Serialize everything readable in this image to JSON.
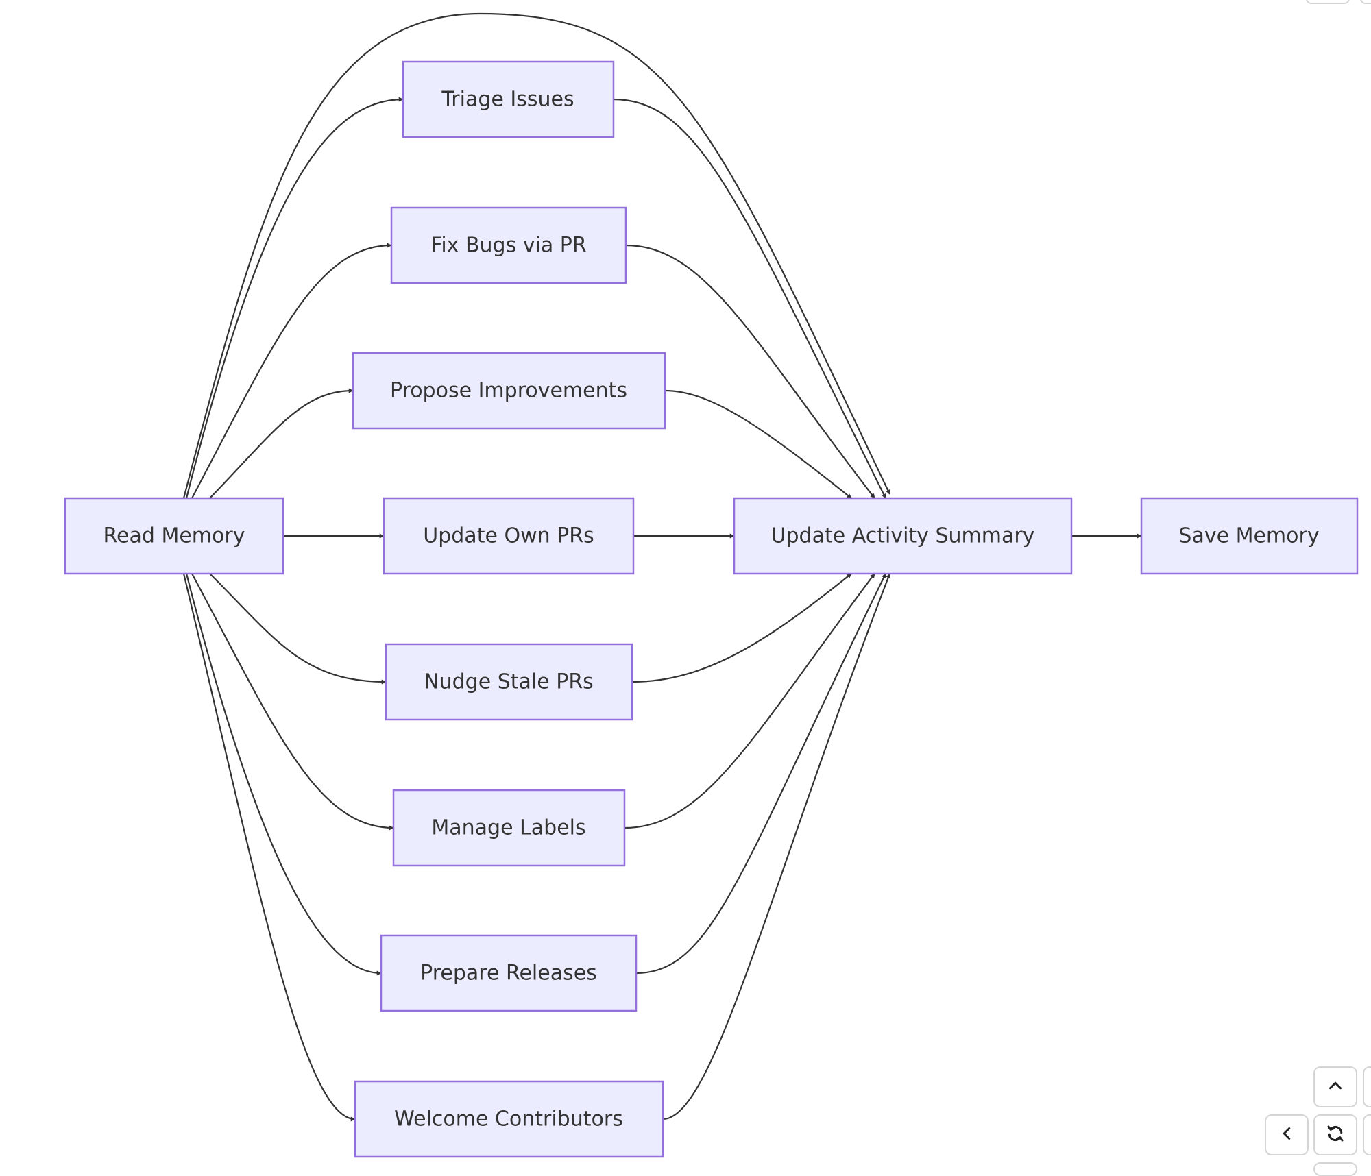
{
  "diagram": {
    "nodes": {
      "read_memory": "Read Memory",
      "triage_issues": "Triage Issues",
      "fix_bugs": "Fix Bugs via PR",
      "propose_improvements": "Propose Improvements",
      "update_own_prs": "Update Own PRs",
      "nudge_stale_prs": "Nudge Stale PRs",
      "manage_labels": "Manage Labels",
      "prepare_releases": "Prepare Releases",
      "welcome_contributors": "Welcome Contributors",
      "update_activity_summary": "Update Activity Summary",
      "save_memory": "Save Memory"
    },
    "edges": [
      [
        "read_memory",
        "triage_issues"
      ],
      [
        "read_memory",
        "fix_bugs"
      ],
      [
        "read_memory",
        "propose_improvements"
      ],
      [
        "read_memory",
        "update_own_prs"
      ],
      [
        "read_memory",
        "nudge_stale_prs"
      ],
      [
        "read_memory",
        "manage_labels"
      ],
      [
        "read_memory",
        "prepare_releases"
      ],
      [
        "read_memory",
        "welcome_contributors"
      ],
      [
        "read_memory",
        "update_activity_summary"
      ],
      [
        "triage_issues",
        "update_activity_summary"
      ],
      [
        "fix_bugs",
        "update_activity_summary"
      ],
      [
        "propose_improvements",
        "update_activity_summary"
      ],
      [
        "update_own_prs",
        "update_activity_summary"
      ],
      [
        "nudge_stale_prs",
        "update_activity_summary"
      ],
      [
        "manage_labels",
        "update_activity_summary"
      ],
      [
        "prepare_releases",
        "update_activity_summary"
      ],
      [
        "welcome_contributors",
        "update_activity_summary"
      ],
      [
        "update_activity_summary",
        "save_memory"
      ]
    ],
    "colors": {
      "node_fill": "#ECECFF",
      "node_stroke": "#9370DB",
      "edge": "#333333",
      "text": "#333333"
    }
  },
  "controls": {
    "pan_up_icon": "chevron-up-icon",
    "pan_left_icon": "chevron-left-icon",
    "reset_icon": "refresh-icon"
  }
}
